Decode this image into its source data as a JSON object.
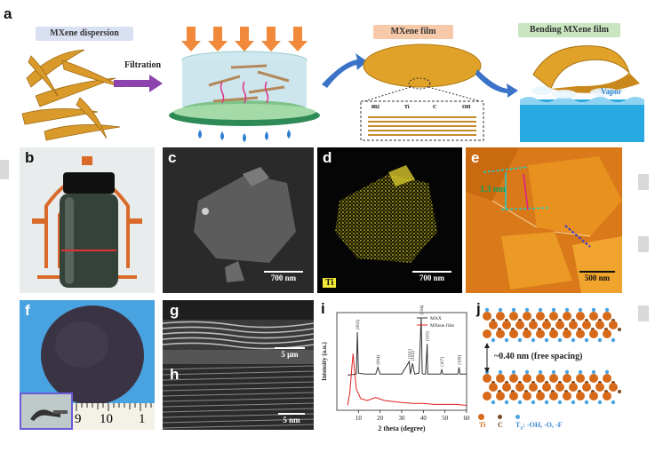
{
  "panel_a": {
    "label": "a",
    "dispersion_label": "MXene dispersion",
    "filtration_label": "Filtration",
    "film_label": "MXene film",
    "bending_label": "Bending MXene film",
    "vapor_label": "Vapor",
    "inset_labels": [
      "002",
      "Ti",
      "C",
      "OH"
    ],
    "colors": {
      "flake": "#d99a2b",
      "arrow_purple": "#8e44ad",
      "arrow_blue": "#3b73c9",
      "water": "#2aa7e0"
    }
  },
  "panel_b": {
    "label": "b"
  },
  "panel_c": {
    "label": "c",
    "scale_bar": "700 nm"
  },
  "panel_d": {
    "label": "d",
    "scale_bar": "700 nm",
    "element": "Ti"
  },
  "panel_e": {
    "label": "e",
    "scale_bar": "500 nm",
    "height_label": "1.3 nm"
  },
  "panel_f": {
    "label": "f",
    "ruler_numbers": [
      "9",
      "10",
      "1"
    ]
  },
  "panel_g": {
    "label": "g",
    "scale_bar": "5 μm"
  },
  "panel_h": {
    "label": "h",
    "scale_bar": "5 nm"
  },
  "panel_i": {
    "label": "i",
    "chart_data": {
      "type": "line",
      "xlabel": "2 theta (degree)",
      "ylabel": "Intensity (a.u.)",
      "xlim": [
        0,
        60
      ],
      "xticks": [
        10,
        20,
        30,
        40,
        50,
        60
      ],
      "series": [
        {
          "name": "MAX",
          "color": "#333333",
          "x": [
            5,
            9,
            9.5,
            10,
            13,
            18,
            19,
            20,
            30,
            33.5,
            34,
            35,
            36,
            38,
            39,
            39.5,
            40,
            41,
            41.8,
            42,
            45,
            48,
            48.5,
            49,
            55,
            56,
            56.5,
            57,
            60
          ],
          "y": [
            0.36,
            0.37,
            0.8,
            0.38,
            0.37,
            0.37,
            0.44,
            0.37,
            0.37,
            0.5,
            0.37,
            0.48,
            0.37,
            0.38,
            0.95,
            0.38,
            0.37,
            0.37,
            0.68,
            0.37,
            0.37,
            0.37,
            0.42,
            0.37,
            0.37,
            0.37,
            0.44,
            0.37,
            0.37
          ]
        },
        {
          "name": "MXene film",
          "color": "#e02020",
          "x": [
            5,
            6,
            7,
            7.5,
            8,
            9,
            11,
            14,
            18,
            22,
            26,
            30,
            35,
            40,
            45,
            50,
            55,
            60
          ],
          "y": [
            0.05,
            0.18,
            0.45,
            0.58,
            0.45,
            0.22,
            0.12,
            0.1,
            0.13,
            0.1,
            0.09,
            0.08,
            0.07,
            0.07,
            0.06,
            0.06,
            0.06,
            0.05
          ]
        }
      ],
      "peak_labels": [
        {
          "x": 9.5,
          "text": "(002)"
        },
        {
          "x": 19,
          "text": "(004)"
        },
        {
          "x": 33.5,
          "text": "(101)"
        },
        {
          "x": 35,
          "text": "(102)"
        },
        {
          "x": 39,
          "text": "(104)"
        },
        {
          "x": 41.8,
          "text": "(105)"
        },
        {
          "x": 48.5,
          "text": "(107)"
        },
        {
          "x": 56.5,
          "text": "(109)"
        }
      ]
    }
  },
  "panel_j": {
    "label": "j",
    "spacing_label": "~0.40 nm (free spacing)",
    "legend": {
      "ti": "Ti",
      "c": "C",
      "t": "T",
      "t_sub": "x",
      "t_rest": ": -OH, -O, -F"
    }
  }
}
